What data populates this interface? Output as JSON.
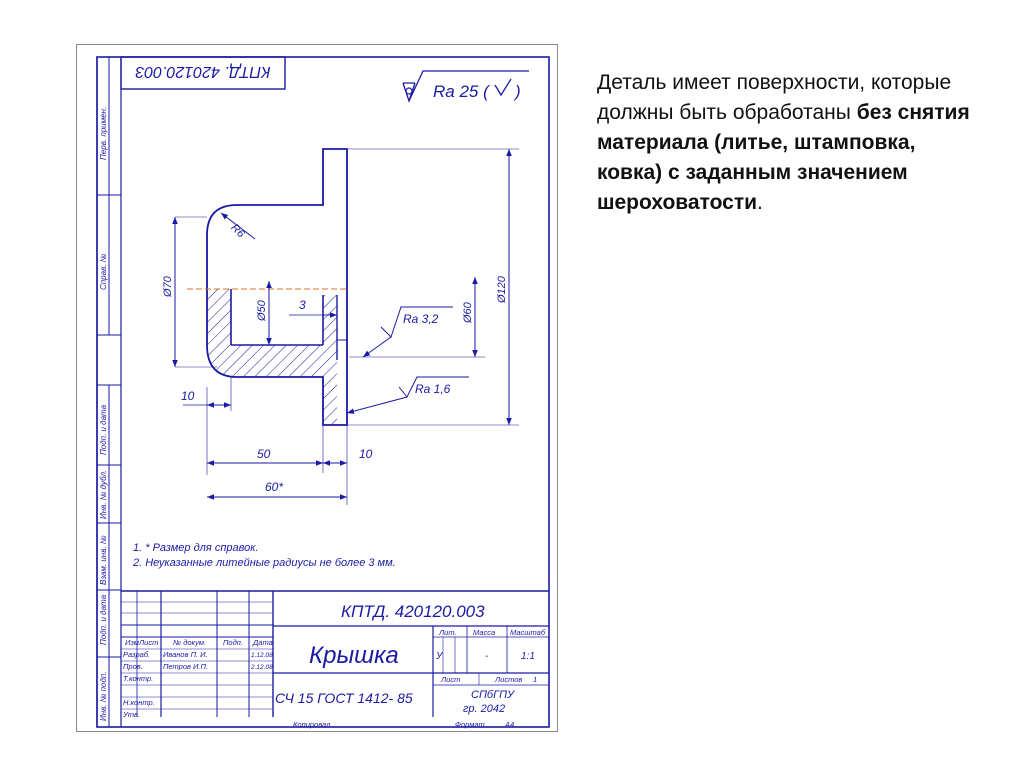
{
  "stamp": {
    "rotated_code": "КПТД. 420120.003"
  },
  "roughness_general": {
    "label": "Ra 25 (",
    "close": ")"
  },
  "side_columns": [
    "Перв. примен.",
    "Справ. №",
    "Подп. и дата",
    "Инв. № дубл.",
    "Взам. инв. №",
    "Подп. и дата",
    "Инв. № подп."
  ],
  "dimensions": {
    "r6": "R6",
    "d70": "Ø70",
    "d50": "Ø50",
    "d120": "Ø120",
    "d60": "Ø60",
    "w3": "3",
    "w10_left": "10",
    "w50": "50",
    "w10_right": "10",
    "w60": "60*"
  },
  "roughness": {
    "ra32": "Ra 3,2",
    "ra16": "Ra 1,6"
  },
  "notes": [
    "1. * Размер для справок.",
    "2. Неуказанные литейные радиусы не более 3 мм."
  ],
  "title_block": {
    "code": "КПТД. 420120.003",
    "name": "Крышка",
    "material": "СЧ 15 ГОСТ 1412- 85",
    "headers": {
      "izm": "Изм",
      "list": "Лист",
      "doc": "№ докум.",
      "sign": "Подп.",
      "date": "Дата"
    },
    "rows": [
      {
        "role": "Разраб.",
        "person": "Иванов П. И.",
        "date": "1.12.08"
      },
      {
        "role": "Пров.",
        "person": "Петров И.П.",
        "date": "2.12.08"
      },
      {
        "role": "Т.контр.",
        "person": "",
        "date": ""
      },
      {
        "role": "",
        "person": "",
        "date": ""
      },
      {
        "role": "Н.контр.",
        "person": "",
        "date": ""
      },
      {
        "role": "Утв.",
        "person": "",
        "date": ""
      }
    ],
    "lit_label": "Лит.",
    "mass_label": "Масса",
    "scale_label": "Масштаб",
    "lit_value": "У",
    "mass_value": "-",
    "scale_value": "1:1",
    "sheet_label": "Лист",
    "sheets_label": "Листов",
    "sheets_value": "1",
    "org": "СПбГПУ",
    "group": "гр. 2042",
    "copied": "Копировал",
    "format_label": "Формат",
    "format_value": "А4"
  },
  "description": {
    "part1": "Деталь имеет поверхности, которые должны быть обработаны ",
    "bold": "без снятия материала (литье, штамповка, ковка) с заданным значением шероховатости",
    "part2": "."
  }
}
